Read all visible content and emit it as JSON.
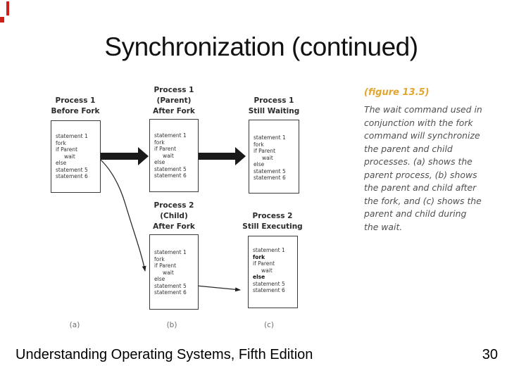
{
  "slide": {
    "title": "Synchronization (continued)",
    "footer_text": "Understanding Operating Systems, Fifth Edition",
    "page_number": "30"
  },
  "figure": {
    "label": "(figure 13.5)",
    "label_color": "#e2a52e",
    "caption_lines": [
      "The wait command used in",
      "conjunction with the fork",
      "command will synchronize",
      "the parent and child",
      "processes. (a) shows the",
      "parent process, (b) shows",
      "the parent and child after",
      "the fork, and (c) shows the",
      "parent and child during",
      "the wait."
    ],
    "statements": [
      "statement 1",
      "fork",
      "if Parent",
      "wait",
      "else",
      "statement 5",
      "statement 6"
    ],
    "boxes": {
      "a": {
        "header_lines": [
          "Process 1",
          "Before Fork"
        ]
      },
      "b": {
        "header_lines": [
          "Process 1",
          "(Parent)",
          "After Fork"
        ]
      },
      "c": {
        "header_lines": [
          "Process 1",
          "Still Waiting"
        ]
      },
      "child": {
        "header_lines": [
          "Process 2",
          "(Child)",
          "After Fork"
        ]
      },
      "d": {
        "header_lines": [
          "Process 2",
          "Still Executing"
        ]
      }
    },
    "sublabels": [
      "(a)",
      "(b)",
      "(c)"
    ],
    "arrow_color": "#1a1a1a"
  },
  "decorations": {
    "corner_mark_color": "#cc2018"
  }
}
